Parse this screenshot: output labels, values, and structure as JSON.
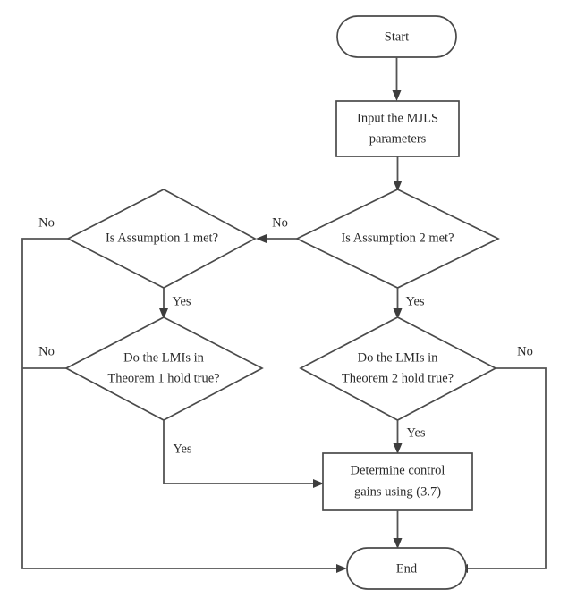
{
  "diagram": {
    "title": "MJLS control design flowchart",
    "stroke_color": "#4a4a4a",
    "connector_color": "#545454",
    "text_color": "#2b2b2b",
    "background_color": "#ffffff"
  },
  "nodes": {
    "start": {
      "label": "Start",
      "shape": "terminator"
    },
    "input": {
      "line1": "Input the MJLS",
      "line2": "parameters",
      "shape": "process"
    },
    "assumption2": {
      "label": "Is Assumption 2 met?",
      "shape": "decision"
    },
    "assumption1": {
      "label": "Is Assumption 1 met?",
      "shape": "decision"
    },
    "theorem1": {
      "line1": "Do the LMIs in",
      "line2": "Theorem 1 hold true?",
      "shape": "decision"
    },
    "theorem2": {
      "line1": "Do the LMIs in",
      "line2": "Theorem 2 hold true?",
      "shape": "decision"
    },
    "determine": {
      "line1": "Determine control",
      "line2": "gains using (3.7)",
      "shape": "process"
    },
    "end": {
      "label": "End",
      "shape": "terminator"
    }
  },
  "edge_labels": {
    "assumption2_no": "No",
    "assumption2_yes": "Yes",
    "assumption1_no": "No",
    "assumption1_yes": "Yes",
    "theorem1_no": "No",
    "theorem1_yes": "Yes",
    "theorem2_no": "No",
    "theorem2_yes": "Yes"
  }
}
